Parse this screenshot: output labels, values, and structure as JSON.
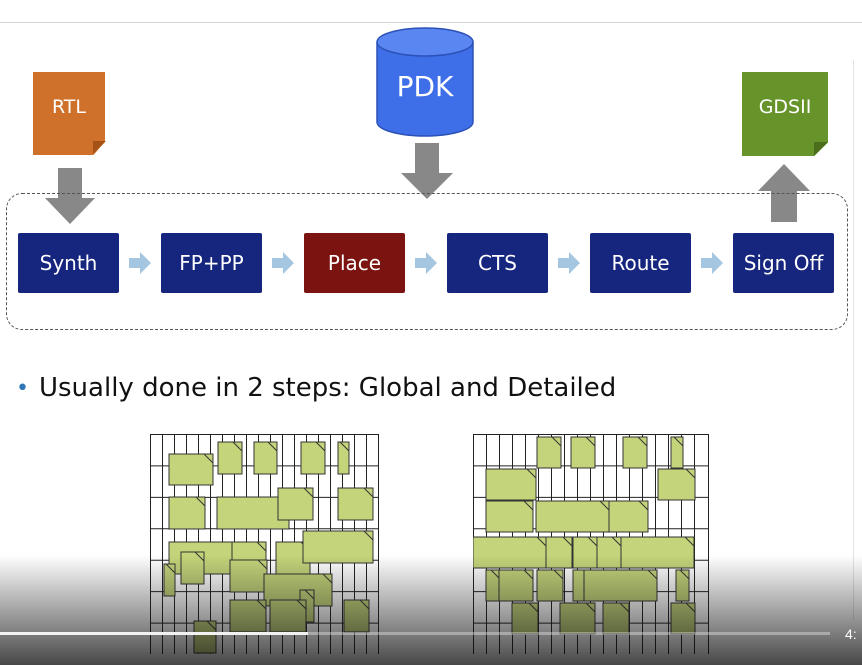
{
  "inputs": {
    "rtl_label": "RTL",
    "pdk_label": "PDK",
    "gdsii_label": "GDSII"
  },
  "flow": {
    "steps": [
      {
        "label": "Synth",
        "color": "#16257e"
      },
      {
        "label": "FP+PP",
        "color": "#16257e"
      },
      {
        "label": "Place",
        "color": "#7b1410"
      },
      {
        "label": "CTS",
        "color": "#16257e"
      },
      {
        "label": "Route",
        "color": "#16257e"
      },
      {
        "label": "Sign Off",
        "color": "#16257e"
      }
    ]
  },
  "bullet": {
    "text": "Usually done in 2 steps: Global and Detailed"
  },
  "colors": {
    "cell_fill": "#c3d47a",
    "arrow_grey": "#888888",
    "chevron": "#a5c6e0",
    "pdk_blue": "#3f6fe8"
  },
  "video": {
    "time": "4:"
  }
}
